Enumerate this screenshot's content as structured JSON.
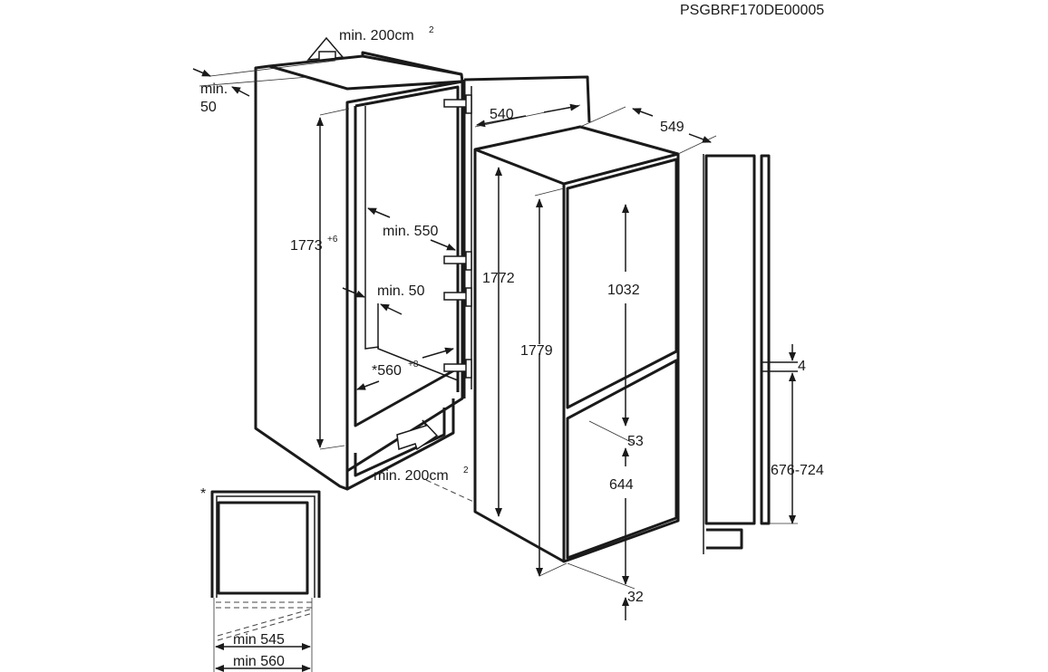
{
  "code": "PSGBRF170DE00005",
  "niche": {
    "vent_top": "min. 200cm",
    "vent_top_sup": "2",
    "rear_gap_label": "min.",
    "rear_gap_value": "50",
    "height": "1773",
    "height_tol": "+6",
    "depth": "min. 550",
    "gap": "min. 50",
    "width": "*560",
    "width_tol": "+8",
    "vent_bottom": "min. 200cm",
    "vent_bottom_sup": "2"
  },
  "appliance": {
    "width": "540",
    "depth": "549",
    "height_side": "1772",
    "height_total": "1779",
    "upper_door": "1032",
    "door_gap": "53",
    "lower_door": "644",
    "bottom": "32"
  },
  "door_profile": {
    "gap": "4",
    "range": "676-724"
  },
  "plan_view": {
    "asterisk": "*",
    "min_inner": "min 545",
    "min_outer": "min 560"
  }
}
